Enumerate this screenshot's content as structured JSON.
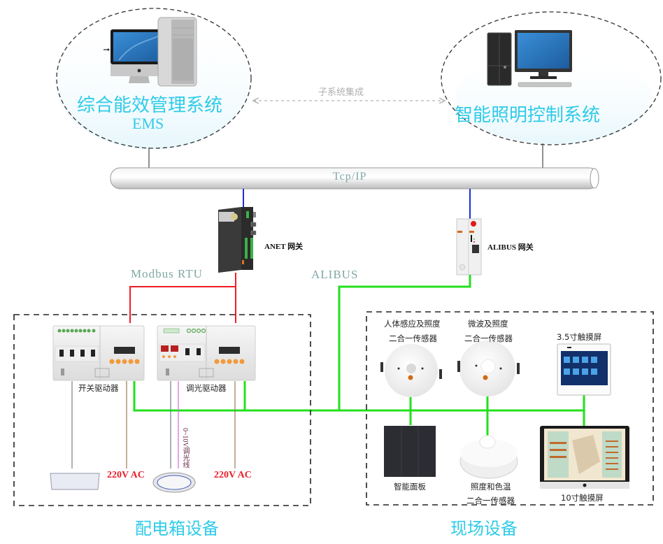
{
  "systems": {
    "ems": {
      "title": "综合能效管理系统",
      "subtitle": "EMS",
      "icon": "workstation-mac-icon"
    },
    "lighting": {
      "title": "智能照明控制系统",
      "icon": "desktop-pc-icon"
    },
    "integration_label": "子系统集成"
  },
  "network": {
    "backbone_label": "Tcp/IP"
  },
  "gateways": {
    "anet": {
      "label": "ANET 网关",
      "bus_label": "Modbus RTU"
    },
    "alibus": {
      "label": "ALIBUS 网关",
      "bus_label": "ALIBUS"
    }
  },
  "distribution_box": {
    "title": "配电箱设备",
    "devices": {
      "switch_driver": "开关驱动器",
      "dimming_driver": "调光驱动器"
    },
    "dimming_wire_label": "0~10V调光线",
    "voltage_labels": [
      "220V AC",
      "220V AC"
    ]
  },
  "field": {
    "title": "现场设备",
    "devices": {
      "pir_sensor": [
        "人体感应及照度",
        "二合一传感器"
      ],
      "microwave_sensor": [
        "微波及照度",
        "二合一传感器"
      ],
      "touch_35": "3.5寸触摸屏",
      "smart_panel": "智能面板",
      "cct_sensor": [
        "照度和色温",
        "二合一传感器"
      ],
      "touch_10": "10寸触摸屏"
    }
  },
  "colors": {
    "title_cyan": "#2fcbe8",
    "modbus_red": "#ee1c24",
    "alibus_green": "#22e01c",
    "ethernet_blue": "#1a2fd6",
    "bus_text": "#7fa8a4"
  }
}
